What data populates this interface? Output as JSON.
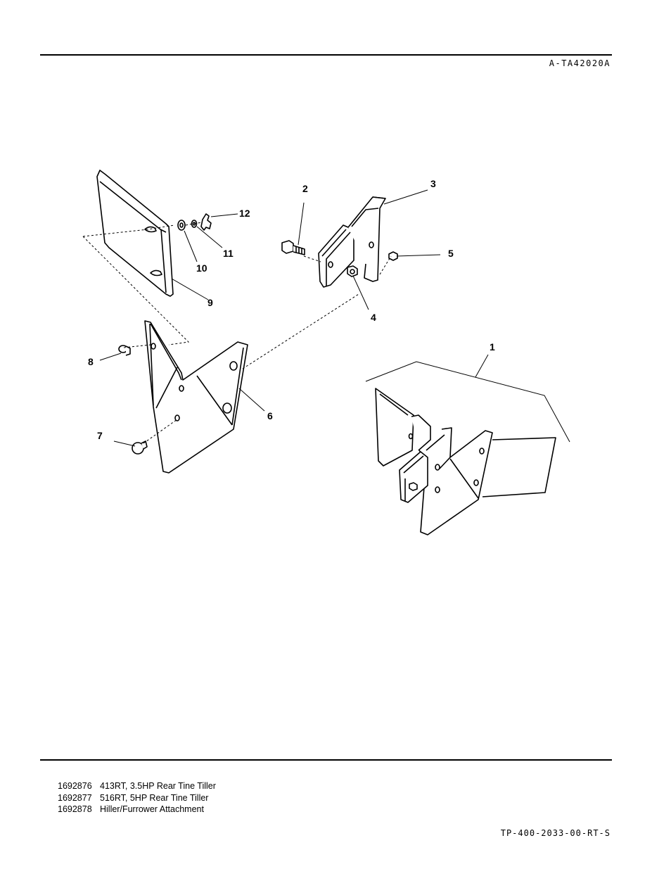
{
  "header": {
    "drawing_code": "A-TA42020A"
  },
  "diagram": {
    "callouts": [
      "1",
      "2",
      "3",
      "4",
      "5",
      "6",
      "7",
      "8",
      "9",
      "10",
      "11",
      "12"
    ]
  },
  "models": [
    {
      "number": "1692876",
      "description": "413RT, 3.5HP Rear Tine Tiller"
    },
    {
      "number": "1692877",
      "description": "516RT, 5HP Rear Tine Tiller"
    },
    {
      "number": "1692878",
      "description": "Hiller/Furrower Attachment"
    }
  ],
  "footer": {
    "doc_number": "TP-400-2033-00-RT-S"
  }
}
